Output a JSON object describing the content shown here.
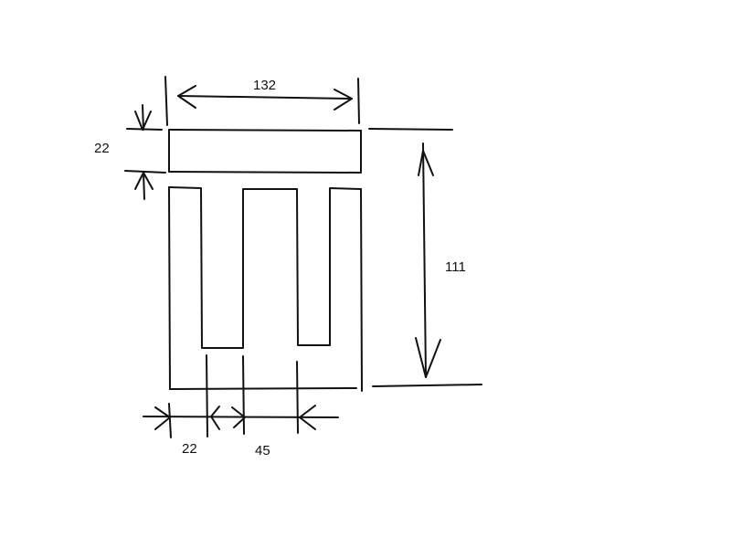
{
  "diagram": {
    "ink_color": "#111111",
    "background": "#ffffff",
    "dimensions": {
      "overall_width": "132",
      "top_bar_height": "22",
      "slot_height": "111",
      "leg_width": "22",
      "slot_width": "45"
    }
  }
}
